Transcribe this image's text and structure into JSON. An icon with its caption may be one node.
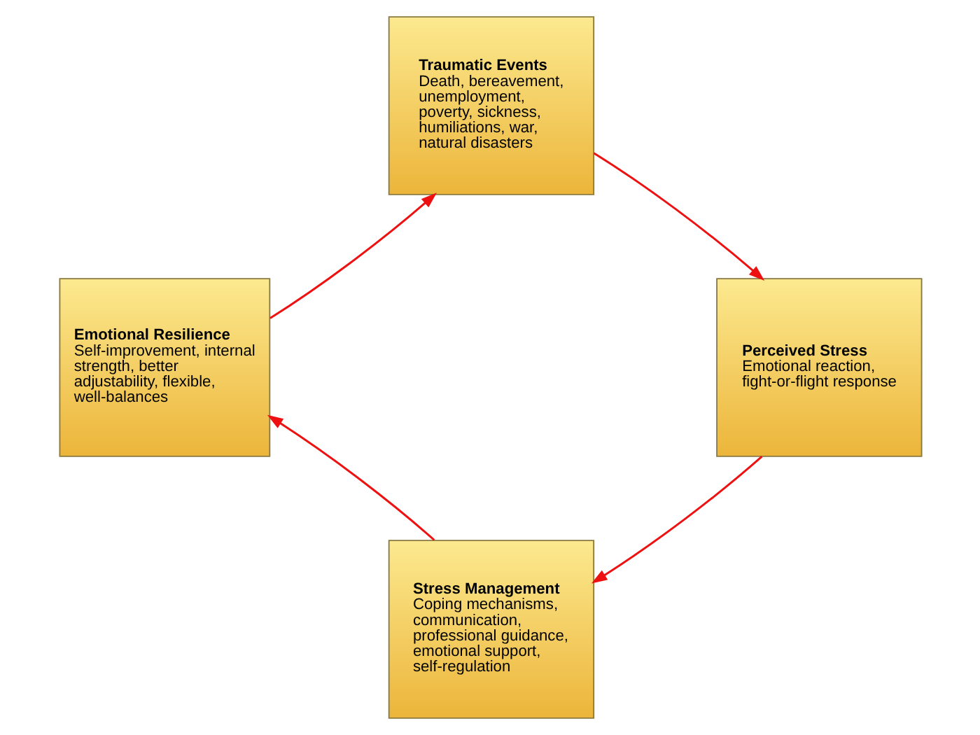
{
  "diagram": {
    "nodes": [
      {
        "text": [
          "Traumatic Events",
          "Death, bereavement, unemployment, poverty, sickness, humiliations, war, natural disasters"
        ]
      },
      {
        "text": [
          "Perceived Stress",
          "Emotional reaction, fight-or-flight response"
        ]
      },
      {
        "text": [
          "Stress Management",
          "Coping mechanisms, communication, professional guidance, emotional support, self-regulation"
        ]
      },
      {
        "text": [
          "Emotional Resilience",
          "Self-improvement, internal strength, better adjustability, flexible, well-balances"
        ]
      }
    ],
    "edges": [
      {
        "from": 0,
        "to": 1,
        "arrow": "to"
      },
      {
        "from": 1,
        "to": 2,
        "arrow": "to"
      },
      {
        "from": 2,
        "to": 3,
        "arrow": "to"
      },
      {
        "from": 3,
        "to": 0,
        "arrow": "to"
      }
    ]
  }
}
